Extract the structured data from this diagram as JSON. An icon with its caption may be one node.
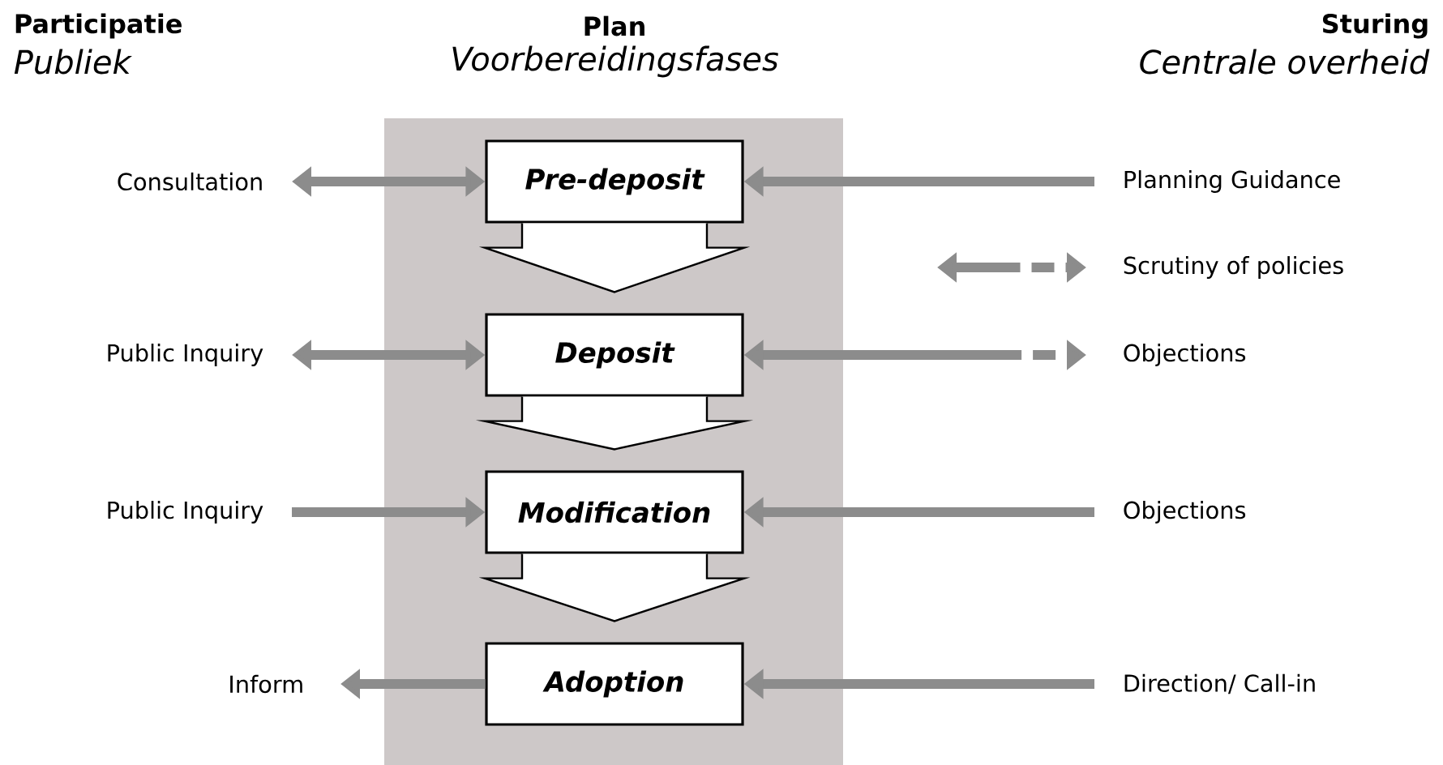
{
  "diagram": {
    "nodes": [
      {
        "text": [
          "Consultation"
        ]
      },
      {
        "text": [
          "Pre-deposit"
        ]
      },
      {
        "text": [
          "Planning Guidance"
        ]
      },
      {
        "text": [
          "Scrutiny of policies"
        ]
      },
      {
        "text": [
          "Public Inquiry"
        ]
      },
      {
        "text": [
          "Deposit"
        ]
      },
      {
        "text": [
          "Objections"
        ]
      },
      {
        "text": [
          "Public Inquiry"
        ]
      },
      {
        "text": [
          "Modification"
        ]
      },
      {
        "text": [
          "Objections"
        ]
      },
      {
        "text": [
          "Inform"
        ]
      },
      {
        "text": [
          "Adoption"
        ]
      },
      {
        "text": [
          "Direction/ Call-in"
        ]
      }
    ],
    "edges": [
      {
        "from": 0,
        "to": 1,
        "arrow": "both"
      },
      {
        "from": 2,
        "to": 1,
        "arrow": "to"
      },
      {
        "from": null,
        "to": 3,
        "arrow": "both",
        "style": "dashed"
      },
      {
        "from": 4,
        "to": 5,
        "arrow": "both"
      },
      {
        "from": 5,
        "to": 6,
        "arrow": "both",
        "style": "dashed"
      },
      {
        "from": 7,
        "to": 8,
        "arrow": "to"
      },
      {
        "from": 9,
        "to": 8,
        "arrow": "to"
      },
      {
        "from": 11,
        "to": 10,
        "arrow": "to"
      },
      {
        "from": 12,
        "to": 11,
        "arrow": "to"
      },
      {
        "from": 1,
        "to": 5,
        "arrow": "to",
        "style": "thick"
      },
      {
        "from": 5,
        "to": 8,
        "arrow": "to",
        "style": "thick"
      },
      {
        "from": 8,
        "to": 11,
        "arrow": "to",
        "style": "thick"
      }
    ],
    "labels": [
      "Participatie",
      "Publiek",
      "Plan",
      "Voorbereidingsfases",
      "Sturing",
      "Centrale overheid"
    ]
  }
}
